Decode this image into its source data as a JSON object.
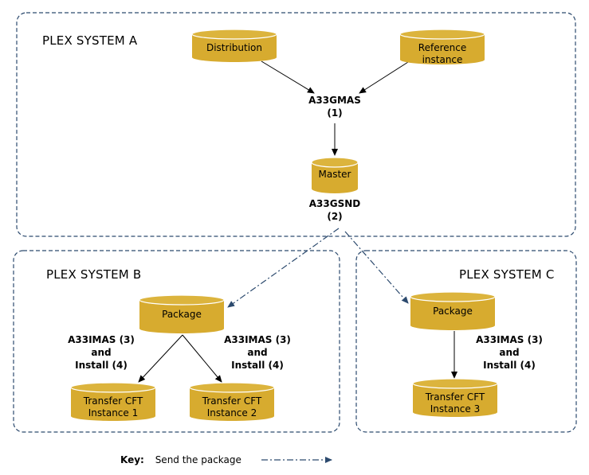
{
  "systems": {
    "a": "PLEX SYSTEM A",
    "b": "PLEX SYSTEM B",
    "c": "PLEX SYSTEM C"
  },
  "databases": {
    "distribution": "Distribution",
    "reference": [
      "Reference",
      "instance"
    ],
    "master": "Master",
    "package_b": "Package",
    "package_c": "Package",
    "transfer1": [
      "Transfer CFT",
      "Instance 1"
    ],
    "transfer2": [
      "Transfer CFT",
      "Instance 2"
    ],
    "transfer3": [
      "Transfer CFT",
      "Instance 3"
    ]
  },
  "commands": {
    "gmas": [
      "A33GMAS",
      "(1)"
    ],
    "gsnd": [
      "A33GSND",
      "(2)"
    ],
    "imas_b1": [
      "A33IMAS (3)",
      "and",
      "Install (4)"
    ],
    "imas_b2": [
      "A33IMAS (3)",
      "and",
      "Install (4)"
    ],
    "imas_c": [
      "A33IMAS (3)",
      "and",
      "Install (4)"
    ]
  },
  "key": {
    "label": "Key:",
    "text": "Send the package"
  },
  "colors": {
    "cylinder": "#d7ab2f",
    "cylinder_top": "#dcb43d",
    "cylinder_edge": "#ffffff",
    "border": "#2c4a6e",
    "send_arrow": "#2c4a6e",
    "arrow": "#000000"
  }
}
